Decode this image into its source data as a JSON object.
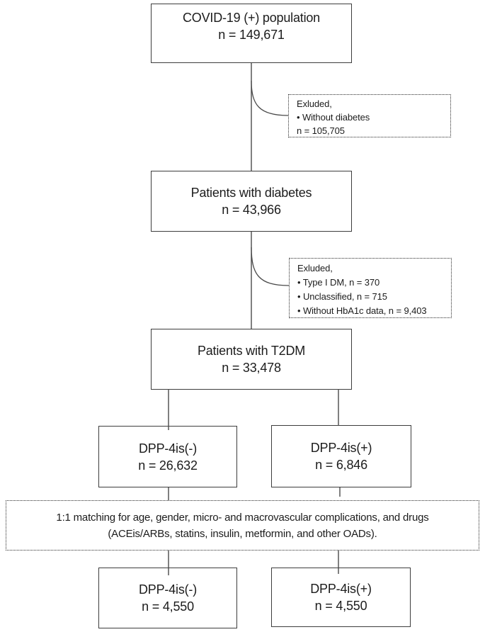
{
  "figure": {
    "type": "patient-selection-flow-diagram",
    "colors": {
      "background": "#ffffff",
      "box_border": "#3d3d3d",
      "dotted_border": "#2a2a2a",
      "connector_line": "#4a4a4a",
      "text": "#1c1c1c"
    },
    "boxes": {
      "population": {
        "line1": "COVID-19 (+) population",
        "line2": "n = 149,671"
      },
      "diabetes": {
        "line1": "Patients with diabetes",
        "line2": "n = 43,966"
      },
      "t2dm": {
        "line1": "Patients with T2DM",
        "line2": "n = 33,478"
      },
      "dpp4_negative": {
        "line1": "DPP-4is(-)",
        "line2": "n = 26,632"
      },
      "dpp4_positive": {
        "line1": "DPP-4is(+)",
        "line2": "n = 6,846"
      },
      "dpp4_negative_matched": {
        "line1": "DPP-4is(-)",
        "line2": "n = 4,550"
      },
      "dpp4_positive_matched": {
        "line1": "DPP-4is(+)",
        "line2": "n = 4,550"
      }
    },
    "exclusion1": {
      "header": "Exluded,",
      "bullet1": "• Without diabetes",
      "footer": "n = 105,705"
    },
    "exclusion2": {
      "header": "Exluded,",
      "bullet1": "• Type I DM, n = 370",
      "bullet2": "• Unclassified, n = 715",
      "bullet3": "• Without HbA1c data, n = 9,403"
    },
    "matching": {
      "line1": "1:1 matching for age, gender, micro- and macrovascular complications, and drugs",
      "line2": "(ACEis/ARBs, statins, insulin, metformin, and other OADs)."
    }
  }
}
